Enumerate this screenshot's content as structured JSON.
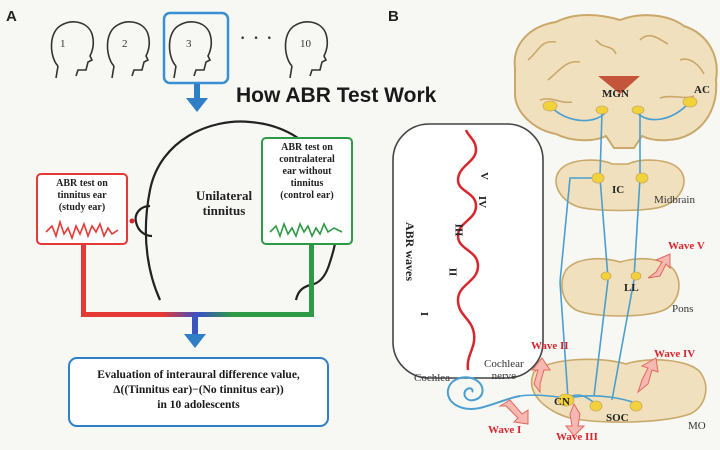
{
  "panel_a": {
    "letter": "A",
    "head_numbers": [
      "1",
      "2",
      "3",
      "10"
    ],
    "ellipsis": "· · ·",
    "headline": "How ABR Test Work",
    "center_label": [
      "Unilateral",
      "tinnitus"
    ],
    "left_box": [
      "ABR test on",
      "tinnitus ear",
      "(study ear)"
    ],
    "right_box": [
      "ABR test on",
      "contralateral",
      "ear without",
      "tinnitus",
      "(control ear)"
    ],
    "evaluation": [
      "Evaluation of interaural difference value,",
      "Δ((Tinnitus ear)−(No tinnitus ear))",
      "in 10 adolescents"
    ],
    "colors": {
      "blue": "#2f7fc6",
      "red": "#e53935",
      "green": "#2e9a46",
      "selected": "#3a8fd0"
    }
  },
  "panel_b": {
    "letter": "B",
    "abr_waves_label": "ABR waves",
    "wave_numerals": [
      "I",
      "II",
      "III",
      "IV",
      "V"
    ],
    "labels": {
      "mgn": "MGN",
      "ac": "AC",
      "ic": "IC",
      "midbrain": "Midbrain",
      "ll": "LL",
      "pons": "Pons",
      "cn": "CN",
      "soc": "SOC",
      "mo": "MO",
      "cochlea": "Cochlea",
      "cochlear_nerve": [
        "Cochlear",
        "nerve"
      ]
    },
    "waves": {
      "wave1": "Wave I",
      "wave2": "Wave II",
      "wave3": "Wave III",
      "wave4": "Wave IV",
      "wave5": "Wave V"
    },
    "colors": {
      "brain": "#f1e0bd",
      "brain_outline": "#c9a86a",
      "pathway": "#4a9fd0",
      "nucleus": "#f2d23a",
      "arrow": "#f6b8b0",
      "wave": "#d8262c"
    }
  }
}
